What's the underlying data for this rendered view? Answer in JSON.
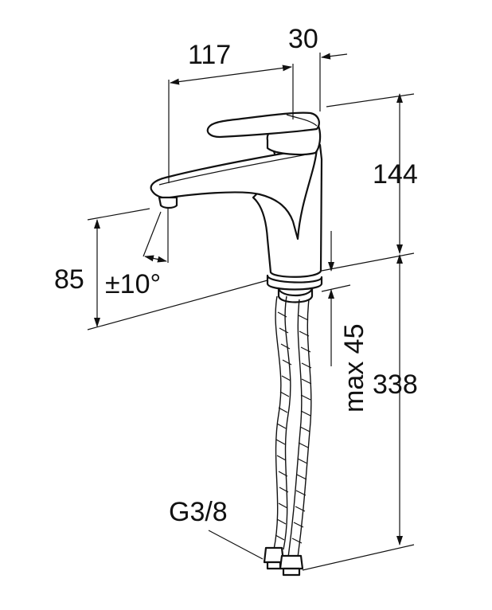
{
  "dimensions": {
    "spout_reach": "117",
    "lever_offset": "30",
    "body_height": "144",
    "spout_height": "85",
    "swivel_angle": "±10°",
    "max_counter_thickness": "max 45",
    "hose_length": "338",
    "connection_thread": "G3/8"
  },
  "colors": {
    "line": "#111111",
    "background": "#ffffff"
  }
}
